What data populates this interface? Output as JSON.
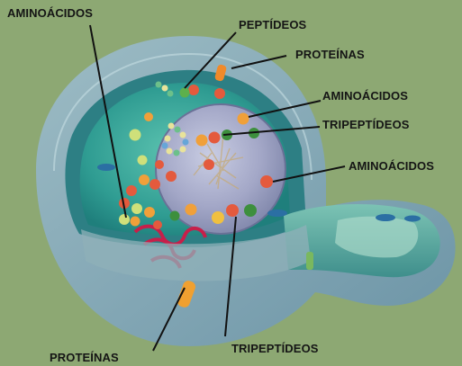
{
  "labels": {
    "aminoacidos_top_left": "AMINOÁCIDOS",
    "peptideos": "PEPTÍDEOS",
    "proteinas_top": "PROTEÍNAS",
    "aminoacidos_right_upper": "AMINOÁCIDOS",
    "tripeptideos_right": "TRIPEPTÍDEOS",
    "aminoacidos_right_lower": "AMINOÁCIDOS",
    "tripeptideos_bottom": "TRIPEPTÍDEOS",
    "proteinas_bottom": "PROTEÍNAS"
  },
  "colors": {
    "background": "#8da873",
    "cytoplasm": "#3fa69a",
    "nucleus": "#a4a8c8",
    "membrane": "#7a9fb0",
    "leader_line": "#111111"
  }
}
